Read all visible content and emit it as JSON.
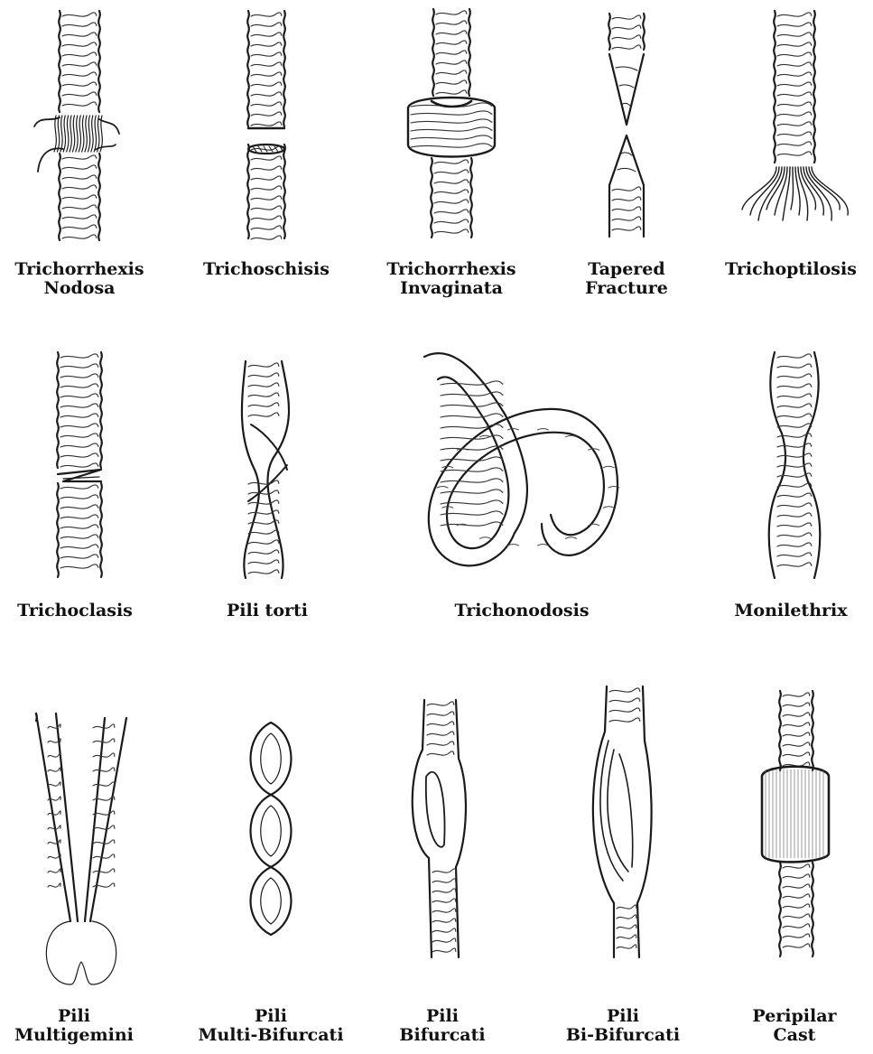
{
  "panels": [
    {
      "id": "trichorrhexis-nodosa",
      "lines": [
        "Trichorrhexis",
        "Nodosa"
      ]
    },
    {
      "id": "trichoschisis",
      "lines": [
        "Trichoschisis"
      ]
    },
    {
      "id": "trichorrhexis-invaginata",
      "lines": [
        "Trichorrhexis",
        "Invaginata"
      ]
    },
    {
      "id": "tapered-fracture",
      "lines": [
        "Tapered",
        "Fracture"
      ]
    },
    {
      "id": "trichoptilosis",
      "lines": [
        "Trichoptilosis"
      ]
    },
    {
      "id": "trichoclasis",
      "lines": [
        "Trichoclasis"
      ]
    },
    {
      "id": "pili-torti",
      "lines": [
        "Pili torti"
      ]
    },
    {
      "id": "trichonodosis",
      "lines": [
        "Trichonodosis"
      ]
    },
    {
      "id": "monilethrix",
      "lines": [
        "Monilethrix"
      ]
    },
    {
      "id": "pili-multigemini",
      "lines": [
        "Pili",
        "Multigemini"
      ]
    },
    {
      "id": "pili-multi-bifurcati",
      "lines": [
        "Pili",
        "Multi-Bifurcati"
      ]
    },
    {
      "id": "pili-bifurcati",
      "lines": [
        "Pili",
        "Bifurcati"
      ]
    },
    {
      "id": "pili-bi-bifurcati",
      "lines": [
        "Pili",
        "Bi-Bifurcati"
      ]
    },
    {
      "id": "peripilar-cast",
      "lines": [
        "Peripilar",
        "Cast"
      ]
    }
  ]
}
